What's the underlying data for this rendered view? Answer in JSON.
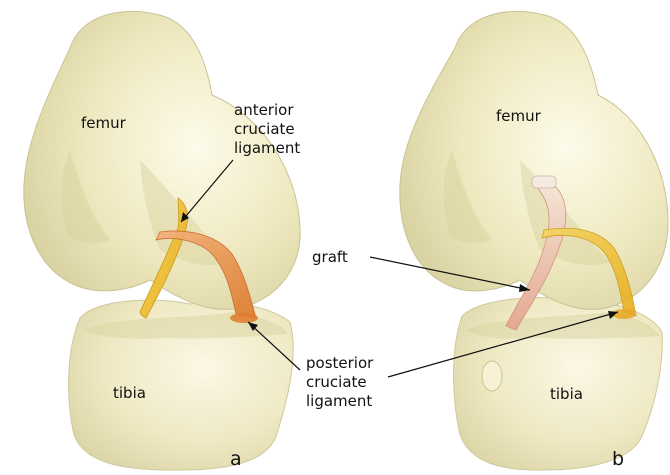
{
  "colors": {
    "bone_light": "#f7f3d6",
    "bone_mid": "#e9e3b4",
    "bone_shadow": "#cfc796",
    "acl_yellow": "#f0c23a",
    "pcl_orange": "#e68a3c",
    "graft_pink": "#e9b5a6",
    "text": "#111111"
  },
  "panels": [
    {
      "panel_label": "a",
      "labels": {
        "femur": "femur",
        "tibia": "tibia",
        "acl_line1": "anterior",
        "acl_line2": "cruciate",
        "acl_line3": "ligament",
        "pcl_line1": "posterior",
        "pcl_line2": "cruciate",
        "pcl_line3": "ligament"
      }
    },
    {
      "panel_label": "b",
      "labels": {
        "femur": "femur",
        "tibia": "tibia",
        "graft": "graft"
      }
    }
  ]
}
